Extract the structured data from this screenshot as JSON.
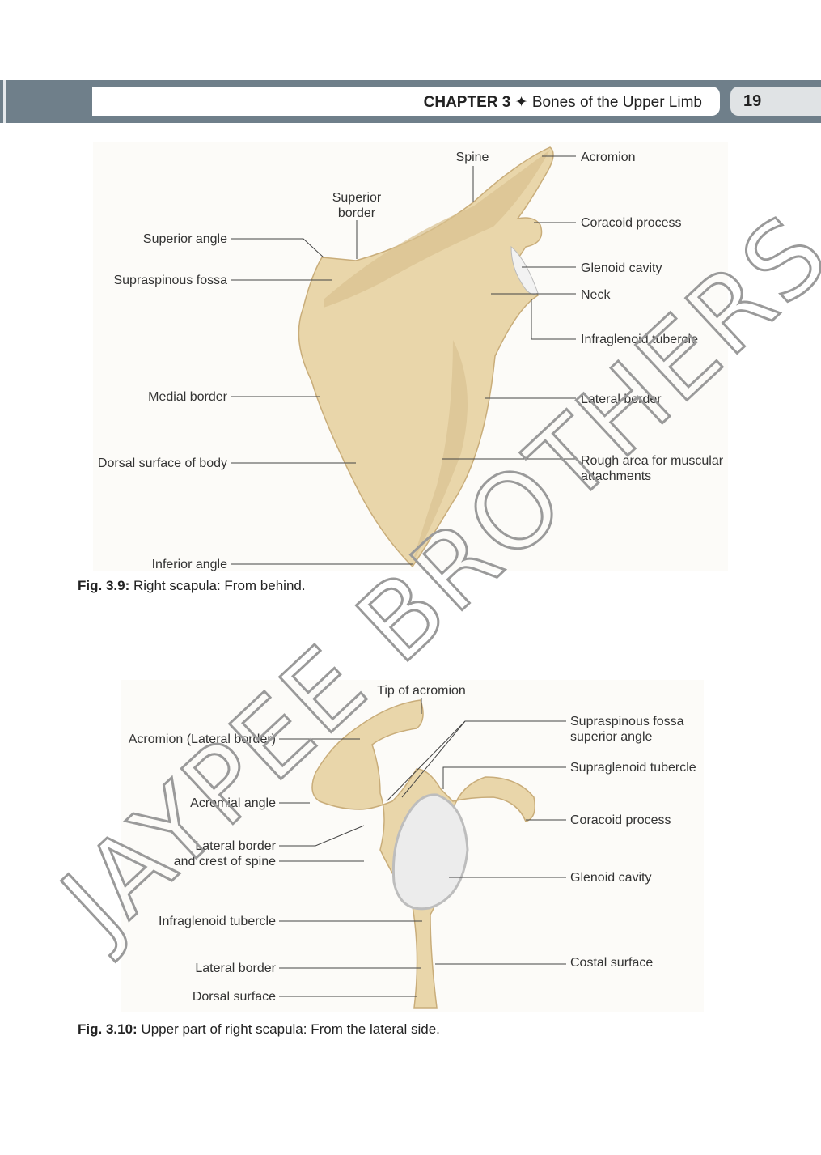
{
  "header": {
    "chapter": "CHAPTER 3",
    "separator": "✦",
    "title": "Bones of the Upper Limb",
    "page_number": "19"
  },
  "figure1": {
    "caption_label": "Fig. 3.9:",
    "caption_text": "Right scapula: From behind.",
    "labels": {
      "spine": "Spine",
      "acromion": "Acromion",
      "superior_border_1": "Superior",
      "superior_border_2": "border",
      "superior_angle": "Superior angle",
      "supraspinous_fossa": "Supraspinous fossa",
      "coracoid_process": "Coracoid process",
      "glenoid_cavity": "Glenoid cavity",
      "neck": "Neck",
      "infraglenoid_tubercle": "Infraglenoid tubercle",
      "medial_border": "Medial border",
      "lateral_border": "Lateral border",
      "dorsal_surface": "Dorsal surface of body",
      "rough_area_1": "Rough area for muscular",
      "rough_area_2": "attachments",
      "inferior_angle": "Inferior angle"
    }
  },
  "figure2": {
    "caption_label": "Fig. 3.10:",
    "caption_text": "Upper part of right scapula: From the lateral side.",
    "labels": {
      "tip_of_acromion": "Tip of acromion",
      "acromion_lateral_border": "Acromion (Lateral border)",
      "supraspinous_1": "Supraspinous fossa",
      "supraspinous_2": "superior angle",
      "supraglenoid_tubercle": "Supraglenoid tubercle",
      "acromial_angle": "Acromial angle",
      "coracoid_process": "Coracoid process",
      "lateral_border_crest_1": "Lateral border",
      "lateral_border_crest_2": "and crest of spine",
      "glenoid_cavity": "Glenoid cavity",
      "infraglenoid_tubercle": "Infraglenoid tubercle",
      "costal_surface": "Costal  surface",
      "lateral_border": "Lateral border",
      "dorsal_surface": "Dorsal surface"
    }
  },
  "watermark": "JAYPEE BROTHERS",
  "colors": {
    "header_bar": "#6f7f8a",
    "bone": "#e9d6aa",
    "bone_shadow": "#d4b988",
    "glenoid": "#ececec"
  }
}
